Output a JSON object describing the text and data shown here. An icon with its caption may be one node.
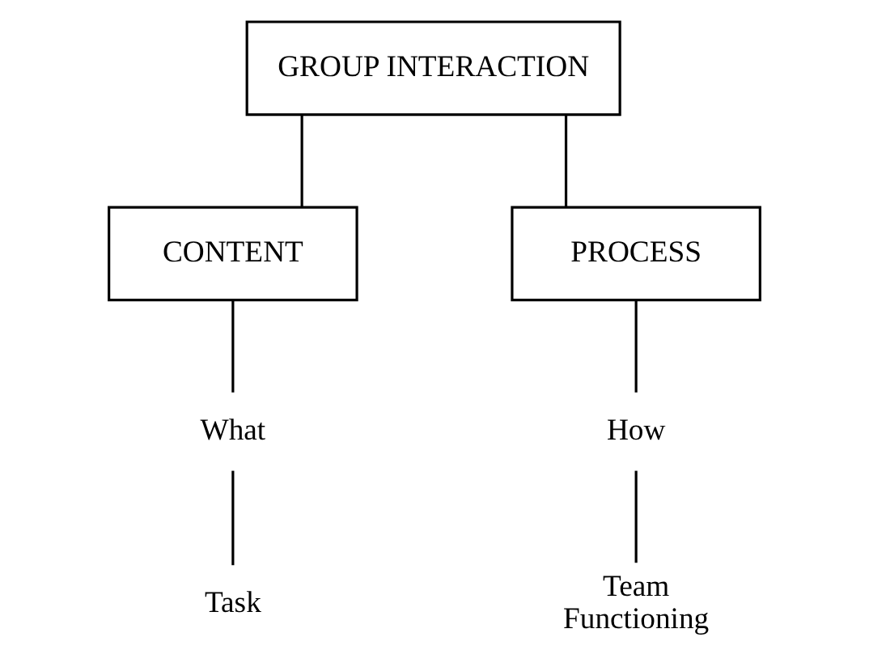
{
  "diagram": {
    "nodes": [
      {
        "text": [
          "GROUP INTERACTION"
        ]
      },
      {
        "text": [
          "CONTENT"
        ]
      },
      {
        "text": [
          "PROCESS"
        ]
      },
      {
        "text": [
          "What"
        ]
      },
      {
        "text": [
          "Task"
        ]
      },
      {
        "text": [
          "How"
        ]
      },
      {
        "text": [
          "Team Functioning"
        ]
      }
    ],
    "edges": [
      {
        "from": 0,
        "to": 1,
        "arrow": "none"
      },
      {
        "from": 0,
        "to": 2,
        "arrow": "none"
      },
      {
        "from": 1,
        "to": 3,
        "arrow": "none"
      },
      {
        "from": 3,
        "to": 4,
        "arrow": "none"
      },
      {
        "from": 2,
        "to": 5,
        "arrow": "none"
      },
      {
        "from": 5,
        "to": 6,
        "arrow": "none"
      }
    ]
  }
}
